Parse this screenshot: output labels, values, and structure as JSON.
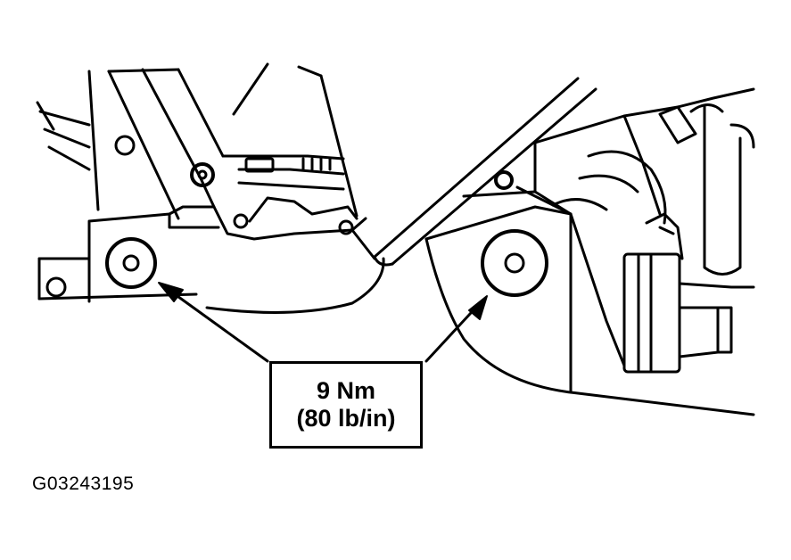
{
  "callout": {
    "torque_metric": "9 Nm",
    "torque_imperial": "(80 lb/in)"
  },
  "figure_id": "G03243195",
  "colors": {
    "line": "#000000",
    "background": "#ffffff"
  }
}
